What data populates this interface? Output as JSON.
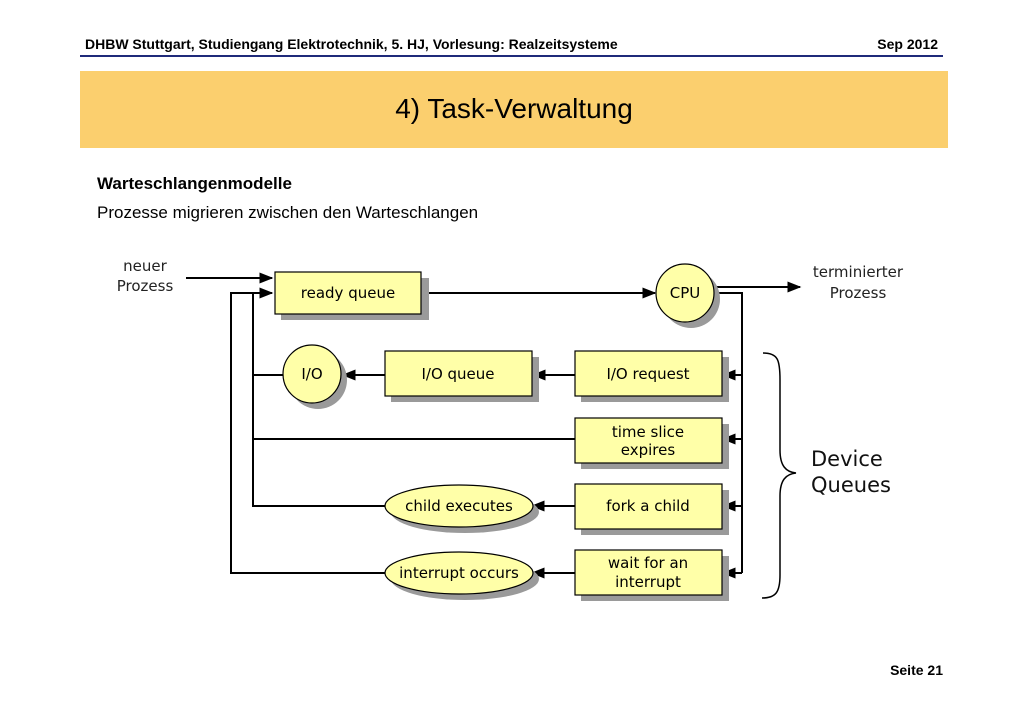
{
  "header": {
    "left": "DHBW Stuttgart, Studiengang Elektrotechnik, 5. HJ, Vorlesung: Realzeitsysteme",
    "right": "Sep 2012"
  },
  "title": "4) Task-Verwaltung",
  "section": {
    "heading": "Warteschlangenmodelle",
    "subtitle": "Prozesse migrieren zwischen den Warteschlangen"
  },
  "diagram": {
    "input_label_1": "neuer",
    "input_label_2": "Prozess",
    "output_label_1": "terminierter",
    "output_label_2": "Prozess",
    "ready_queue": "ready queue",
    "cpu": "CPU",
    "io": "I/O",
    "io_queue": "I/O queue",
    "io_request": "I/O request",
    "time_slice_1": "time slice",
    "time_slice_2": "expires",
    "child_executes": "child executes",
    "fork_child": "fork a child",
    "interrupt_occurs": "interrupt occurs",
    "wait_interrupt_1": "wait for an",
    "wait_interrupt_2": "interrupt",
    "device_queues_1": "Device",
    "device_queues_2": "Queues"
  },
  "colors": {
    "box_fill": "#ffffa8",
    "shadow": "#9a9a9a",
    "title_band": "#fbcf6e",
    "header_rule": "#1f2a7a"
  },
  "footer": "Seite 21"
}
